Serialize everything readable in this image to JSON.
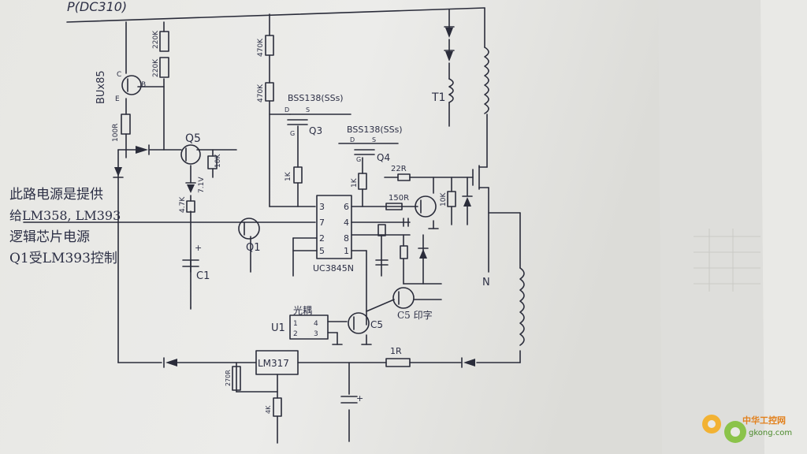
{
  "supply_label": "P(DC310)",
  "note_lines": [
    "此路电源是提供",
    "给LM358, LM393",
    "逻辑芯片电源",
    "Q1受LM393控制"
  ],
  "transistors": {
    "bux85": "BUx85",
    "q5": "Q5",
    "q1": "Q1",
    "q3": "BSS138(SSs)",
    "q3_name": "Q3",
    "q4": "BSS138(SSs)",
    "q4_name": "Q4",
    "c5": "C5",
    "c5_print": "C5 印字"
  },
  "resistors": {
    "r220k_a": "220K",
    "r220k_b": "220K",
    "r100": "100R",
    "r470k_a": "470K",
    "r470k_b": "470K",
    "r1k_a": "1K",
    "r1k_b": "1K",
    "r10k_q5": "10K",
    "r47k": "4.7K",
    "r22": "22R",
    "r150": "150R",
    "r10k_b": "10K",
    "r1r": "1R",
    "r270": "270R",
    "r4k": "4K"
  },
  "zener": "7.1V",
  "ic": {
    "name": "UC3845N",
    "pins_left": [
      "3",
      "7",
      "2",
      "5"
    ],
    "pins_right": [
      "6",
      "4",
      "8",
      "1"
    ]
  },
  "optocoupler": {
    "title": "光耦",
    "ref": "U1",
    "pins": [
      "1",
      "2",
      "4",
      "3"
    ]
  },
  "regulator": "LM317",
  "transformer": "T1",
  "winding": "N",
  "caps": {
    "c1": "C1",
    "plus": "+"
  },
  "pin_letters": {
    "b": "B",
    "c": "C",
    "e": "E",
    "d": "D",
    "s": "S",
    "g": "G"
  },
  "watermark": {
    "cn": "中华工控网",
    "url": "gkong.com"
  }
}
